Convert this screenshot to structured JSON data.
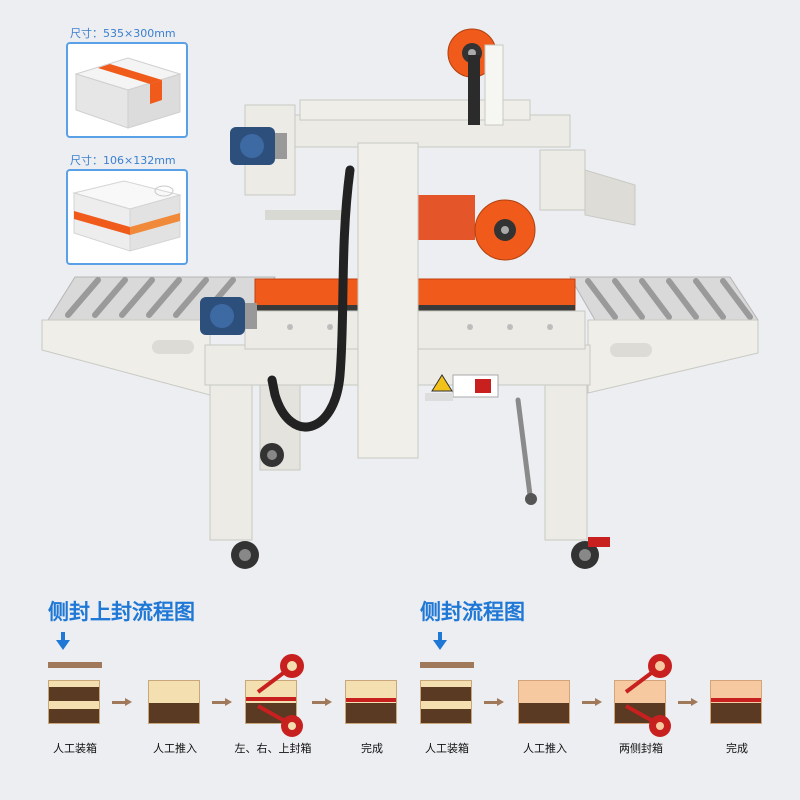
{
  "insets": [
    {
      "label": "尺寸：535×300mm"
    },
    {
      "label": "尺寸：106×132mm"
    }
  ],
  "flows": [
    {
      "title": "侧封上封流程图",
      "steps": [
        "人工装箱",
        "人工推入",
        "左、右、上封箱",
        "完成"
      ]
    },
    {
      "title": "侧封流程图",
      "steps": [
        "人工装箱",
        "人工推入",
        "两侧封箱",
        "完成"
      ]
    }
  ],
  "colors": {
    "accent": "#1f78d6",
    "orange": "#f05a1a",
    "machine": "#ecebe6",
    "motor": "#2d4f7c",
    "box_light": "#f3dfb0",
    "box_dark": "#5a3a22",
    "tape_red": "#c8201f"
  }
}
